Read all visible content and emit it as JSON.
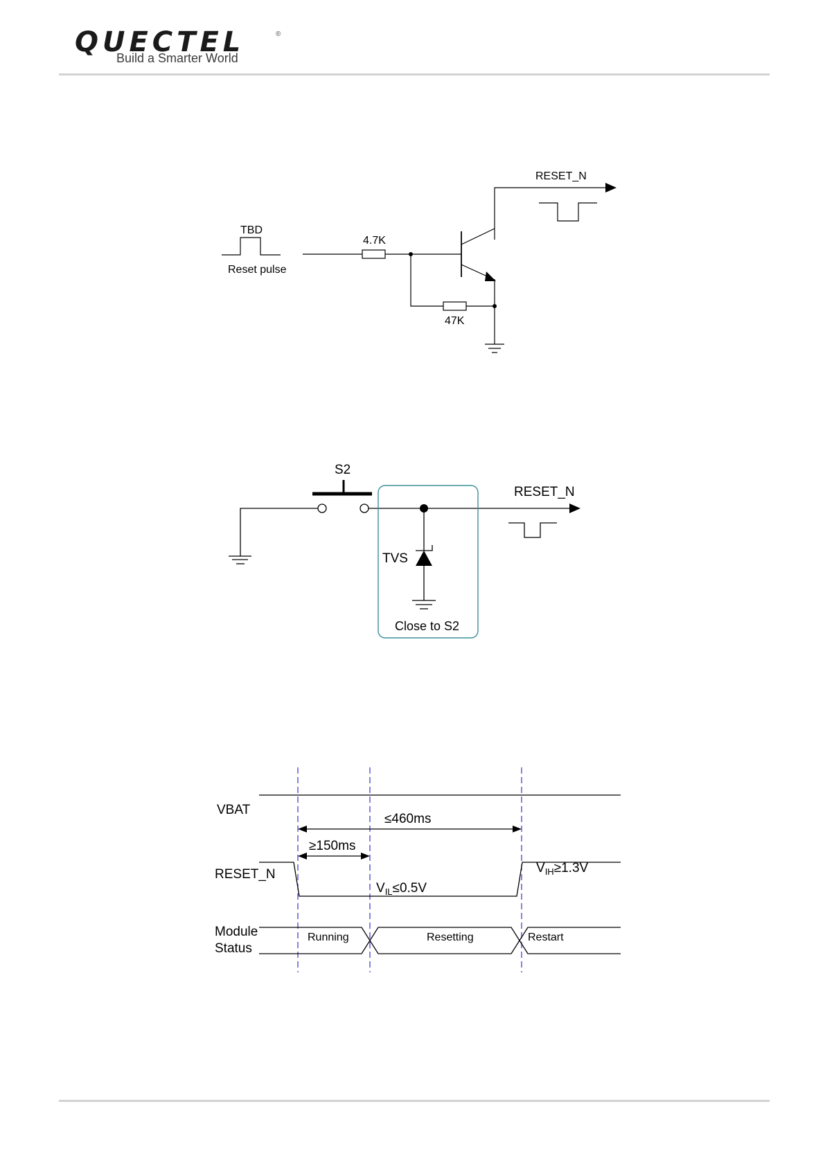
{
  "header": {
    "logo_wordmark": "QUECTEL",
    "logo_registered": "®",
    "logo_tagline": "Build a Smarter World"
  },
  "fig1": {
    "signal_out": "RESET_N",
    "pulse_width": "TBD",
    "pulse_label": "Reset pulse",
    "r_base": "4.7K",
    "r_pulldown": "47K"
  },
  "fig2": {
    "switch_label": "S2",
    "signal_out": "RESET_N",
    "tvs_label": "TVS",
    "box_note": "Close to S2"
  },
  "fig3": {
    "row_vbat": "VBAT",
    "row_reset": "RESET_N",
    "row_status_1": "Module",
    "row_status_2": "Status",
    "t_total": "≤460ms",
    "t_low": "≥150ms",
    "vih_v": "V",
    "vih_sub": "IH",
    "vih_rest": "≥1.3V",
    "vil_v": "V",
    "vil_sub": "IL",
    "vil_rest": "≤0.5V",
    "states": [
      "Running",
      "Resetting",
      "Restart"
    ],
    "colors": {
      "guide": "#3333cc",
      "box": "#3a8f99",
      "rule": "#d2d2d2"
    }
  }
}
